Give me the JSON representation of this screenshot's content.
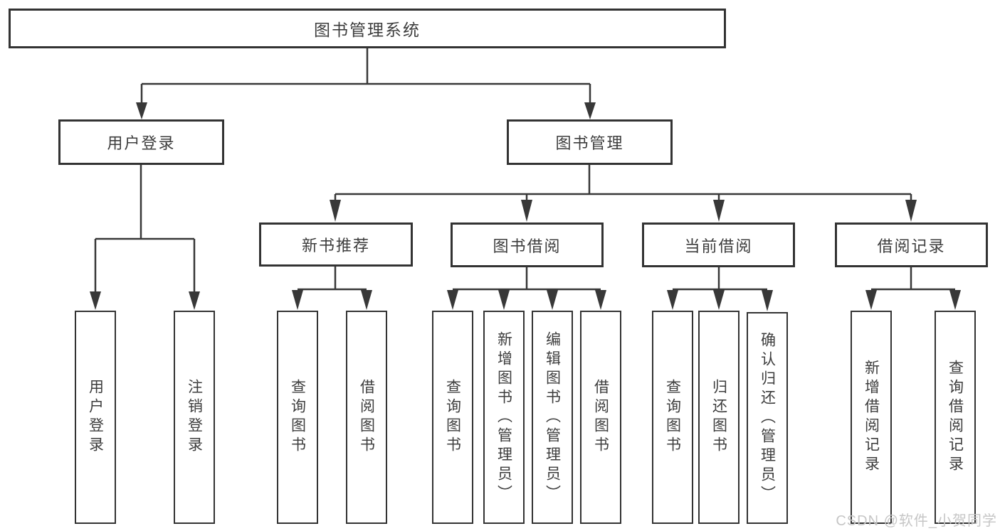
{
  "root": {
    "label": "图书管理系统"
  },
  "level2": [
    {
      "label": "用户登录"
    },
    {
      "label": "图书管理"
    }
  ],
  "level3": [
    {
      "label": "新书推荐"
    },
    {
      "label": "图书借阅"
    },
    {
      "label": "当前借阅"
    },
    {
      "label": "借阅记录"
    }
  ],
  "leaves": [
    {
      "label": "用户登录"
    },
    {
      "label": "注销登录"
    },
    {
      "label": "查询图书"
    },
    {
      "label": "借阅图书"
    },
    {
      "label": "查询图书"
    },
    {
      "label": "新增图书（管理员）"
    },
    {
      "label": "编辑图书（管理员）"
    },
    {
      "label": "借阅图书"
    },
    {
      "label": "查询图书"
    },
    {
      "label": "归还图书"
    },
    {
      "label": "确认归还（管理员）"
    },
    {
      "label": "新增借阅记录"
    },
    {
      "label": "查询借阅记录"
    }
  ],
  "watermark": {
    "text": "CSDN @软件_小贺同学"
  },
  "colors": {
    "line": "#383838",
    "border": "#333333",
    "text": "#3d3d3d",
    "watermark": "#c6c6c6",
    "background": "#ffffff"
  }
}
